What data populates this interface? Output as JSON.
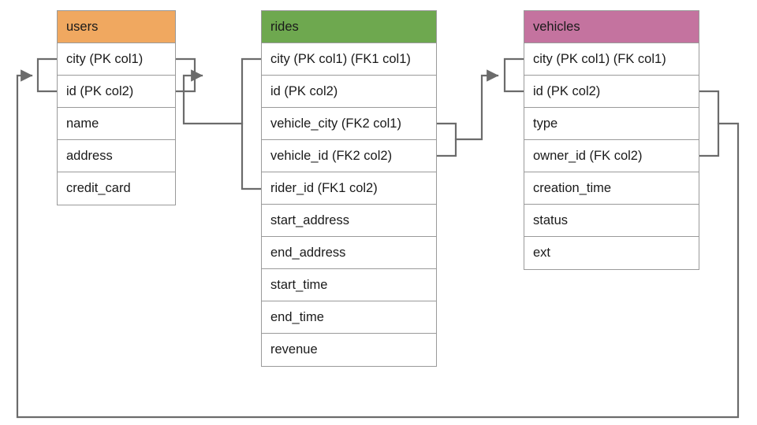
{
  "diagram": {
    "title": "Database entity relationship diagram",
    "background_color": "#ffffff",
    "line_color": "#6b6b6b",
    "border_color": "#9a9a9a",
    "text_color": "#1a1a1a"
  },
  "tables": [
    {
      "name": "users",
      "header_color": "#f0a860",
      "columns": [
        "city (PK col1)",
        "id (PK col2)",
        "name",
        "address",
        "credit_card"
      ]
    },
    {
      "name": "rides",
      "header_color": "#6ea84f",
      "columns": [
        "city (PK col1) (FK1 col1)",
        "id (PK col2)",
        "vehicle_city (FK2 col1)",
        "vehicle_id (FK2 col2)",
        "rider_id (FK1 col2)",
        "start_address",
        "end_address",
        "start_time",
        "end_time",
        "revenue"
      ]
    },
    {
      "name": "vehicles",
      "header_color": "#c4739f",
      "columns": [
        "city (PK col1) (FK col1)",
        "id (PK col2)",
        "type",
        "owner_id (FK col2)",
        "creation_time",
        "status",
        "ext"
      ]
    }
  ],
  "relationships": [
    {
      "label": "rides FK1 to users",
      "from_table": "rides",
      "from_columns": [
        "city (PK col1) (FK1 col1)",
        "rider_id (FK1 col2)"
      ],
      "to_table": "users",
      "to_columns": [
        "city (PK col1)",
        "id (PK col2)"
      ],
      "arrow_direction": "left"
    },
    {
      "label": "rides FK2 to vehicles",
      "from_table": "rides",
      "from_columns": [
        "vehicle_city (FK2 col1)",
        "vehicle_id (FK2 col2)"
      ],
      "to_table": "vehicles",
      "to_columns": [
        "city (PK col1) (FK col1)",
        "id (PK col2)"
      ],
      "arrow_direction": "right"
    },
    {
      "label": "vehicles FK to users",
      "from_table": "vehicles",
      "from_columns": [
        "id (PK col2)",
        "owner_id (FK col2)"
      ],
      "to_table": "users",
      "to_columns": [
        "city (PK col1)",
        "id (PK col2)"
      ],
      "arrow_direction": "right"
    }
  ]
}
